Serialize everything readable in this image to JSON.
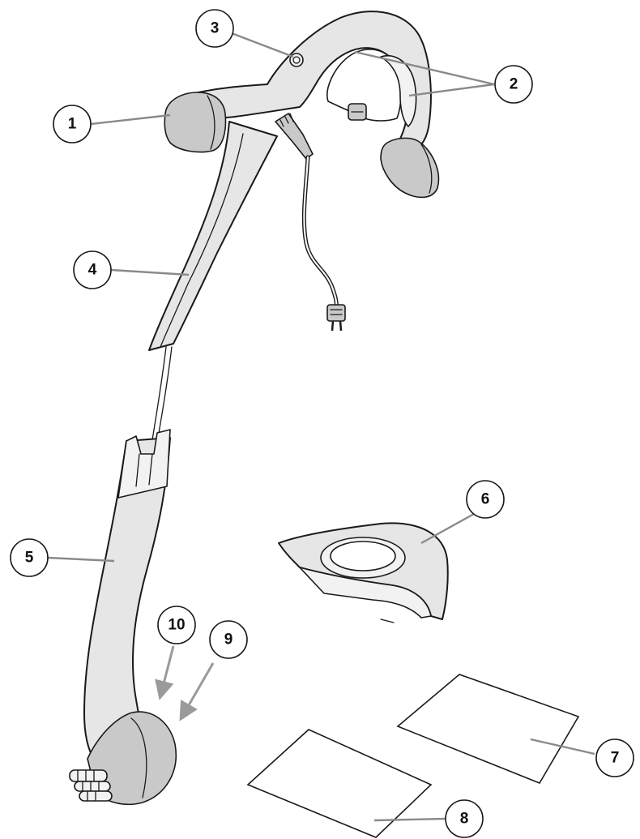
{
  "callouts": [
    {
      "label": "1"
    },
    {
      "label": "2"
    },
    {
      "label": "3"
    },
    {
      "label": "4"
    },
    {
      "label": "5"
    },
    {
      "label": "6"
    },
    {
      "label": "7"
    },
    {
      "label": "8"
    },
    {
      "label": "9"
    },
    {
      "label": "10"
    }
  ],
  "colors": {
    "line": "#1a1a1a",
    "fill": "#e6e6e6",
    "leader": "#8a8a8a"
  }
}
